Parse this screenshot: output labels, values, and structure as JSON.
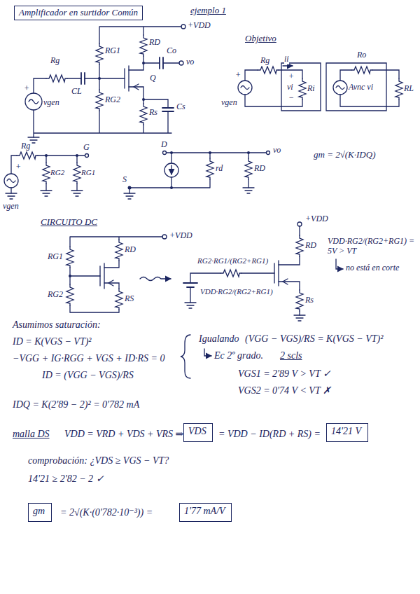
{
  "diagram": {
    "title": "Amplificador en surtidor Común",
    "nodes": [
      {
        "text": [
          "VDS"
        ]
      },
      {
        "text": [
          "14'21 V"
        ]
      },
      {
        "text": [
          "gm"
        ]
      },
      {
        "text": [
          "1'77 mA/V"
        ]
      }
    ],
    "labels": [
      "ejemplo 1",
      "+VDD",
      "Rg",
      "CL",
      "+",
      "vgen",
      "RG1",
      "RG2",
      "RD",
      "Co",
      "vo",
      "Q",
      "Rs",
      "Cs",
      "Objetivo",
      "Rg",
      "ii",
      "+",
      "vgen",
      "+",
      "vi",
      "−",
      "Ri",
      "Ro",
      "Avnc vi",
      "RL",
      "Rg",
      "G",
      "+",
      "vgen",
      "RG2",
      "RG1",
      "D",
      "vo",
      "S",
      "rd",
      "RD",
      "gm = 2√(K·IDQ)",
      "CIRCUITO DC",
      "+VDD",
      "RD",
      "RG1",
      "RG2",
      "RS",
      "+VDD",
      "RG2·RG1/(RG2+RG1)",
      "VDD·RG2/(RG2+RG1)",
      "RD",
      "Rs",
      "VDD·RG2/(RG2+RG1) = 5V > VT",
      "no está en corte",
      "Asumimos saturación:",
      "ID = K(VGS − VT)²",
      "−VGG + IG·RGG + VGS + ID·RS = 0",
      "ID = (VGG − VGS)/RS",
      "Igualando",
      "(VGG − VGS)/RS = K(VGS − VT)²",
      "Ec 2º grado.",
      "2 scls",
      "VGS1 = 2'89 V > VT ✓",
      "VGS2 = 0'74 V < VT ✗",
      "IDQ = K(2'89 − 2)² = 0'782 mA",
      "malla DS",
      "VDD = VRD + VDS + VRS ⇒",
      "= VDD − ID(RD + RS) =",
      "comprobación: ¿VDS ≥ VGS − VT?",
      "14'21 ≥ 2'82 − 2 ✓",
      "= 2√(K·(0'782·10⁻³)) ="
    ]
  }
}
